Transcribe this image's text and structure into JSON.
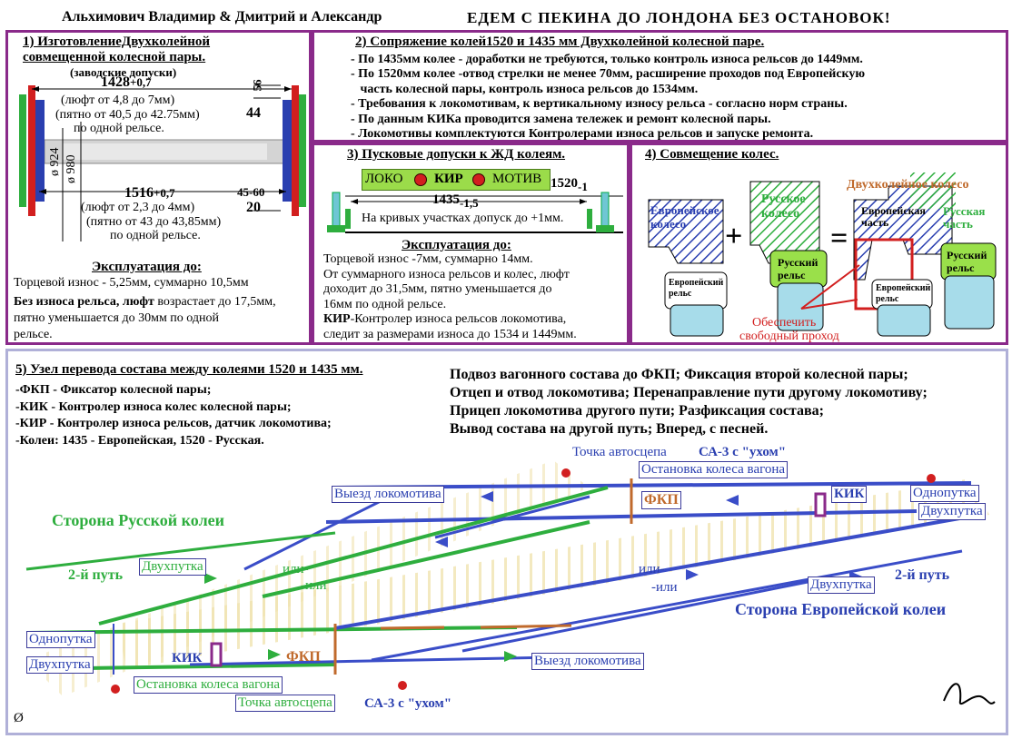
{
  "header": {
    "authors": "Альхимович Владимир & Дмитрий и Александр",
    "title": "ЕДЕМ С ПЕКИНА ДО ЛОНДОНА БЕЗ ОСТАНОВОК!"
  },
  "panel1": {
    "title_line1": "1) ИзготовлениеДвухколейной",
    "title_line2": "совмещенной колесной пары.",
    "subtitle": "(заводские допуски)",
    "dim_top": "1428",
    "dim_top_tol": "+0,7",
    "dim_56": "56",
    "dim_44": "44",
    "luft1": "(люфт от 4,8 до 7мм)",
    "spot1": "(пятно от 40,5 до 42.75мм)",
    "per_rail1": "по одной рельсе.",
    "dim_924": "ø 924",
    "dim_980": "ø 980",
    "dim_bottom": "1516",
    "dim_bottom_tol": "+0,7",
    "dim_4560": "45-60",
    "dim_20": "20",
    "luft2": "(люфт от 2,3 до 4мм)",
    "spot2": "(пятно от 43 до 43,85мм)",
    "per_rail2": "по одной рельсе.",
    "exp_title": "Эксплуатация до:",
    "exp_line1": "Торцевой износ - 5,25мм, суммарно 10,5мм",
    "exp_line2_bold": "Без износа рельса, люфт",
    "exp_line2_rest": " возрастает до 17,5мм,",
    "exp_line3": "пятно уменьшается до 30мм по одной",
    "exp_line4": "рельсе."
  },
  "panel2": {
    "title": "2)  Сопряжение колей1520 и 1435 мм  Двухколейной колесной паре.",
    "lines": [
      "- По 1435мм колее - доработки не требуются, только контроль износа рельсов до 1449мм.",
      "- По 1520мм колее -отвод стрелки не менее 70мм, расширение проходов под Европейскую",
      "   часть колесной пары, контроль износа рельсов до 1534мм.",
      "- Требования к локомотивам, к вертикальному износу рельса - согласно норм страны.",
      "- По данным КИКа проводится замена тележек и ремонт колесной пары.",
      "- Локомотивы комплектуются Контролерами износа рельсов и запуске ремонта."
    ]
  },
  "panel3": {
    "title": "3) Пусковые допуски к ЖД колеям.",
    "loco1": "ЛОКО",
    "kir": "КИР",
    "loco2": "МОТИВ",
    "dim1520": "1520",
    "dim1520_tol": "-1",
    "dim1435": "1435",
    "dim1435_tol": "-1,5",
    "curve_note": "На кривых участках допуск до +1мм.",
    "exp_title": "Эксплуатация до:",
    "lines": [
      "Торцевой износ -7мм, суммарно 14мм.",
      "От суммарного износа рельсов и колес, люфт",
      "доходит до 31,5мм, пятно уменьшается до",
      "16мм по одной рельсе."
    ],
    "kir_bold": "КИР",
    "kir_line1": "-Контролер износа рельсов локомотива,",
    "kir_line2": "следит за размерами износа до 1534 и 1449мм."
  },
  "panel4": {
    "title": "4) Совмещение колес.",
    "euro_wheel": "Европейское колесо",
    "russian_wheel": "Русское колесо",
    "dual_wheel": "Двухколейное колесо",
    "euro_part": "Европейская часть",
    "russian_part": "Русская часть",
    "russian_rail": "Русский рельс",
    "euro_rail": "Европейский рельс",
    "plus": "+",
    "equals": "=",
    "note1": "Обеспечить",
    "note2": "свободный проход"
  },
  "panel5": {
    "title": "5) Узел перевода состава между колеями 1520 и 1435 мм.",
    "legend": [
      "-ФКП - Фиксатор колесной пары;",
      "-КИК - Контролер износа колес колесной пары;",
      "-КИР - Контролер износа рельсов, датчик локомотива;",
      "-Колеи: 1435 - Европейская, 1520 - Русская."
    ],
    "steps": [
      "Подвоз вагонного состава до ФКП; Фиксация второй колесной пары;",
      "Отцеп и отвод локомотива;  Перенаправление пути другому локомотиву;",
      "Прицеп локомотива другого пути;  Разфиксация состава;",
      "Вывод состава на другой путь; Вперед, с песней."
    ],
    "auto_top": "Точка автосцепа",
    "sa3_top": "СА-3 с \"ухом\"",
    "stop_top": "Остановка колеса вагона",
    "exit_top": "Выезд локомотива",
    "fkp_top": "ФКП",
    "kik_top": "КИК",
    "one_track_top": "Однопутка",
    "two_track_top": "Двухпутка",
    "side_russian": "Сторона Русской колеи",
    "track2_left": "2-й путь",
    "two_track_left": "Двухпутка",
    "or_left1": "или-",
    "or_left2": "-или",
    "or_right1": "или-",
    "or_right2": "-или",
    "two_track_mid": "Двухпутка",
    "track2_right": "2-й путь",
    "side_euro": "Сторона Европейской колеи",
    "one_track_bot": "Однопутка",
    "two_track_bot": "Двухпутка",
    "kik_bot": "КИК",
    "fkp_bot": "ФКП",
    "exit_bot": "Выезд локомотива",
    "stop_bot": "Остановка колеса вагона",
    "auto_bot": "Точка автосцепа",
    "sa3_bot": "СА-3 с \"ухом\"",
    "corner_mark": "Ø"
  },
  "colors": {
    "panel_border": "#8a2a8a",
    "blue": "#2a3fb0",
    "green": "#2eae3e",
    "brown": "#c06a2c",
    "red": "#d21f1f"
  }
}
